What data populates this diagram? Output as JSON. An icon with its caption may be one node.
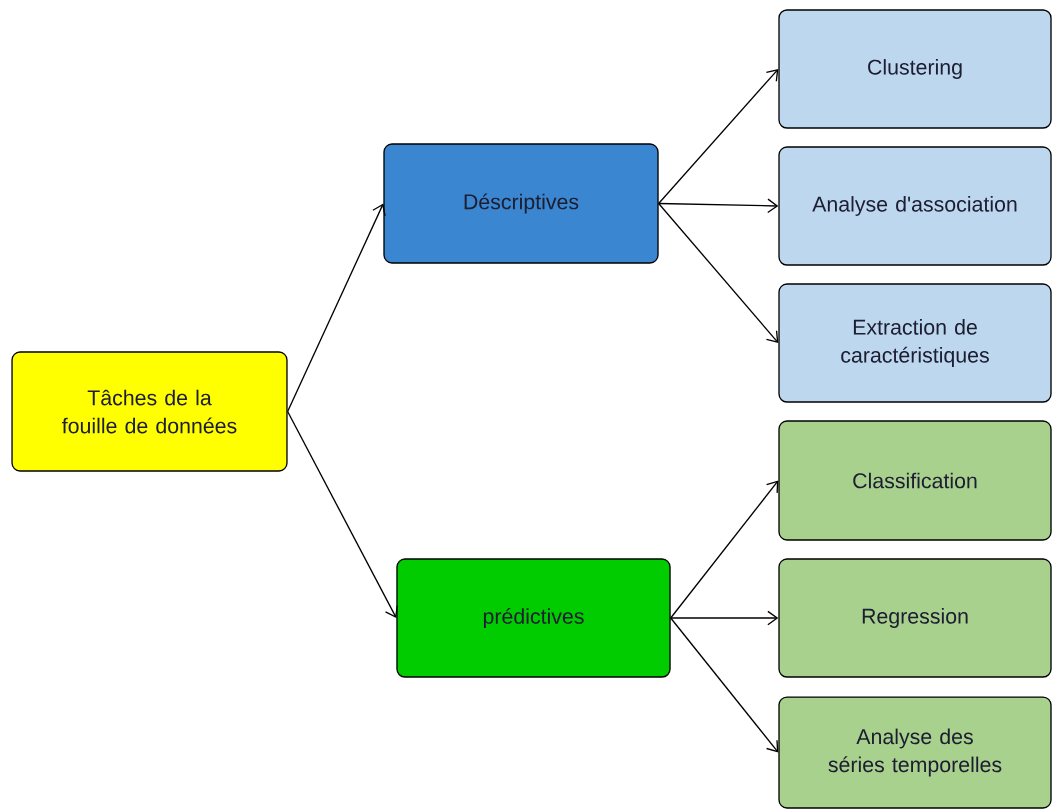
{
  "diagram": {
    "nodes": [
      {
        "text": [
          "Tâches de la fouille de données"
        ]
      },
      {
        "text": [
          "Déscriptives"
        ]
      },
      {
        "text": [
          "prédictives"
        ]
      },
      {
        "text": [
          "Clustering"
        ]
      },
      {
        "text": [
          "Analyse d'association"
        ]
      },
      {
        "text": [
          "Extraction de caractéristiques"
        ]
      },
      {
        "text": [
          "Classification"
        ]
      },
      {
        "text": [
          "Regression"
        ]
      },
      {
        "text": [
          "Analyse des séries temporelles"
        ]
      }
    ],
    "edges": [
      {
        "from": 0,
        "to": 1,
        "arrow": "to"
      },
      {
        "from": 0,
        "to": 2,
        "arrow": "to"
      },
      {
        "from": 1,
        "to": 3,
        "arrow": "to"
      },
      {
        "from": 1,
        "to": 4,
        "arrow": "to"
      },
      {
        "from": 1,
        "to": 5,
        "arrow": "to"
      },
      {
        "from": 2,
        "to": 6,
        "arrow": "to"
      },
      {
        "from": 2,
        "to": 7,
        "arrow": "to"
      },
      {
        "from": 2,
        "to": 8,
        "arrow": "to"
      }
    ]
  }
}
